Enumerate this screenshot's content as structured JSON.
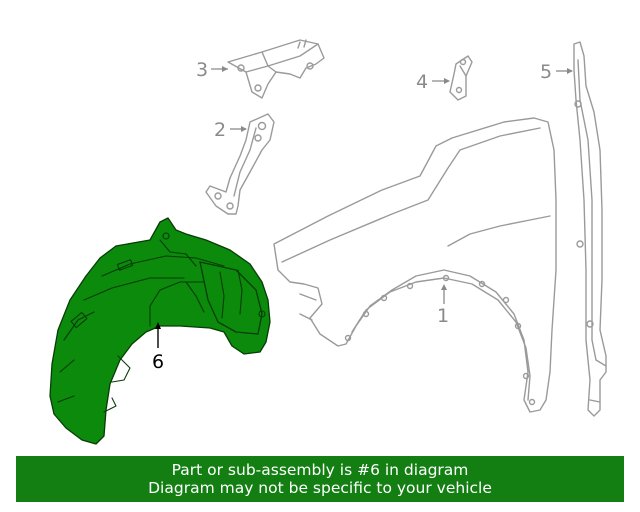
{
  "diagram": {
    "callouts": [
      {
        "id": "1",
        "label": "1"
      },
      {
        "id": "2",
        "label": "2"
      },
      {
        "id": "3",
        "label": "3"
      },
      {
        "id": "4",
        "label": "4"
      },
      {
        "id": "5",
        "label": "5"
      },
      {
        "id": "6",
        "label": "6"
      }
    ],
    "colors": {
      "highlight": "#0c8a0c",
      "outline": "#9a9a9a",
      "banner": "#137f13",
      "callout_gray": "#8a8a8a",
      "callout_selected": "#000000"
    }
  },
  "banner": {
    "line1": "Part or sub-assembly is #6 in diagram",
    "line2": "Diagram may not be specific to your vehicle"
  }
}
